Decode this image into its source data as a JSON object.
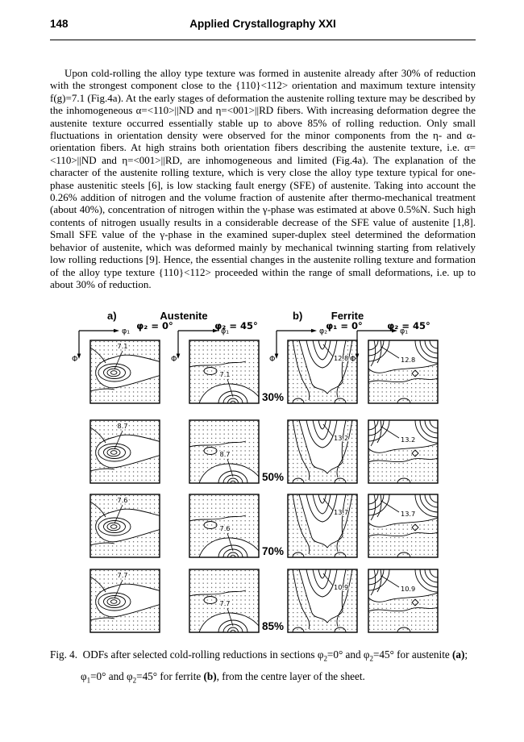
{
  "page": {
    "number": "148",
    "header_title": "Applied Crystallography XXI"
  },
  "body": {
    "paragraph": "Upon cold-rolling the alloy type texture was formed in austenite already after 30% of reduction with the strongest component close to the {110}<112> orientation and maximum texture intensity f(g)=7.1 (Fig.4a). At the early stages of deformation the austenite rolling texture may be described by the inhomogeneous α=<110>||ND and η=<001>||RD fibers. With increasing deformation degree the austenite texture occurred essentially stable up to above 85% of rolling reduction. Only small fluctuations in orientation density were observed for the minor components from the η- and α-orientation fibers. At high strains both orientation fibers describing the austenite texture, i.e. α=<110>||ND and η=<001>||RD, are inhomogeneous and limited (Fig.4a). The explanation of the character of the austenite rolling texture, which is very close the alloy type texture typical for one-phase austenitic steels [6], is low stacking fault energy (SFE) of austenite. Taking into account the 0.26% addition of nitrogen and the volume fraction of austenite after thermo-mechanical treatment (about 40%), concentration of nitrogen within the γ-phase was estimated at above 0.5%N. Such high contents of nitrogen usually results in a considerable decrease of the SFE value of austenite [1,8]. Small SFE value of the γ-phase in the examined super-duplex steel determined the deformation behavior of austenite, which was deformed mainly by mechanical twinning starting from relatively low rolling reductions [9]. Hence, the essential changes in the austenite rolling texture and formation of the alloy type texture {110}<112> proceeded within the range of small deformations, i.e. up to about 30% of reduction."
  },
  "figure": {
    "label_a": "a)",
    "title_a": "Austenite",
    "label_b": "b)",
    "title_b": "Ferrite",
    "columns": [
      {
        "section": "φ₂ = 0°",
        "haxis": "φ₁",
        "vaxis": "Φ",
        "motif": "blob-left"
      },
      {
        "section": "φ₂ = 45°",
        "haxis": "φ₁",
        "vaxis": "Φ",
        "motif": "arc-bottom"
      },
      {
        "section": "φ₁ = 0°",
        "haxis": "φ₂",
        "vaxis": "Φ",
        "motif": "bands-vertical"
      },
      {
        "section": "φ₂ = 45°",
        "haxis": "φ₁",
        "vaxis": "Φ",
        "motif": "corners-top"
      }
    ],
    "rows": [
      {
        "reduction": "30%",
        "values": [
          "7.1",
          "7.1",
          "12.8",
          "12.8"
        ]
      },
      {
        "reduction": "50%",
        "values": [
          "8.7",
          "8.7",
          "13.2",
          "13.2"
        ]
      },
      {
        "reduction": "70%",
        "values": [
          "7.6",
          "7.6",
          "13.7",
          "13.7"
        ]
      },
      {
        "reduction": "85%",
        "values": [
          "7.7",
          "7.7",
          "10.9",
          "10.9"
        ]
      }
    ]
  },
  "caption": {
    "segments": [
      {
        "t": "Fig. 4.  ODFs after selected cold-rolling reductions in sections φ",
        "s": "p"
      },
      {
        "t": "2",
        "s": "sub"
      },
      {
        "t": "=0° and φ",
        "s": "p"
      },
      {
        "t": "2",
        "s": "sub"
      },
      {
        "t": "=45° for austenite ",
        "s": "p"
      },
      {
        "t": "(a)",
        "s": "b"
      },
      {
        "t": ";",
        "s": "p"
      },
      {
        "s": "br"
      },
      {
        "t": "φ",
        "s": "p"
      },
      {
        "t": "1",
        "s": "sub"
      },
      {
        "t": "=0° and φ",
        "s": "p"
      },
      {
        "t": "2",
        "s": "sub"
      },
      {
        "t": "=45° for ferrite ",
        "s": "p"
      },
      {
        "t": "(b)",
        "s": "b"
      },
      {
        "t": ", from the centre layer of the sheet.",
        "s": "p"
      }
    ]
  }
}
